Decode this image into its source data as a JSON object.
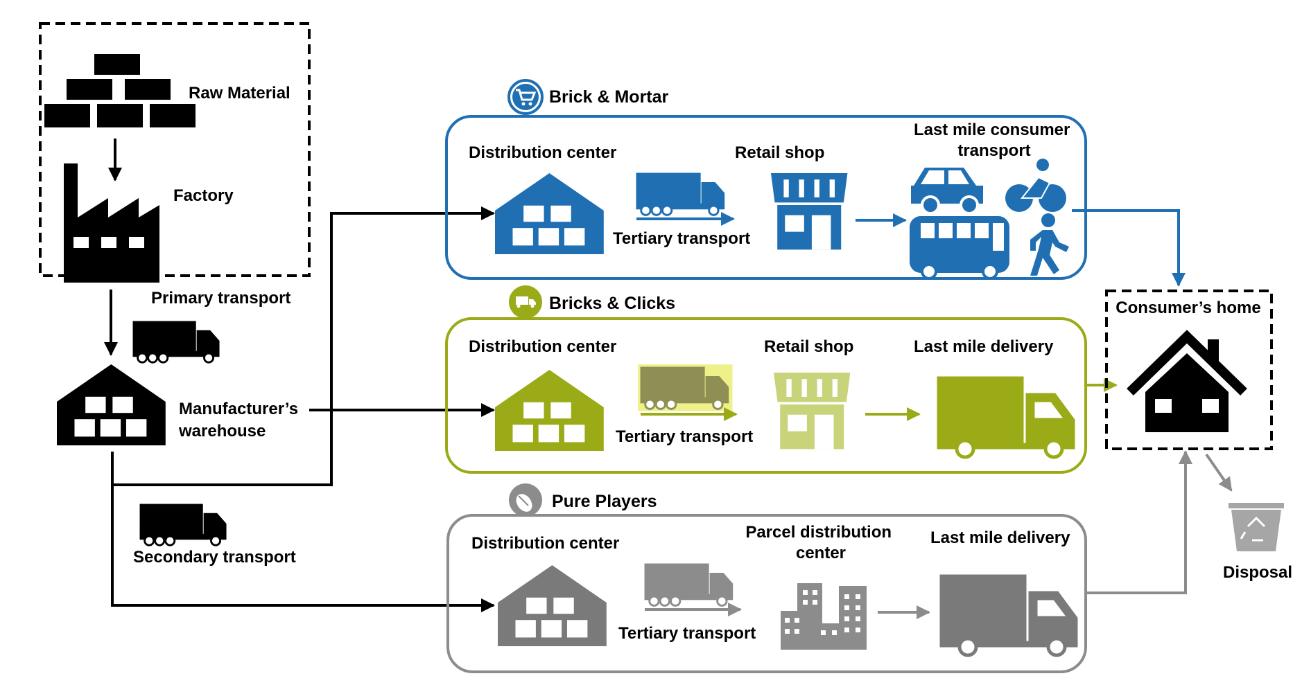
{
  "supply": {
    "raw_material": "Raw Material",
    "factory": "Factory",
    "primary_transport": "Primary transport",
    "manufacturer_warehouse_line1": "Manufacturer’s",
    "manufacturer_warehouse_line2": "warehouse",
    "secondary_transport": "Secondary transport"
  },
  "channels": {
    "brick_mortar": {
      "title": "Brick & Mortar",
      "distribution_center": "Distribution center",
      "tertiary_transport": "Tertiary transport",
      "retail_shop": "Retail shop",
      "last_mile_line1": "Last mile consumer",
      "last_mile_line2": "transport"
    },
    "bricks_clicks": {
      "title": "Bricks & Clicks",
      "distribution_center": "Distribution center",
      "tertiary_transport": "Tertiary transport",
      "retail_shop": "Retail shop",
      "last_mile": "Last mile delivery"
    },
    "pure_players": {
      "title": "Pure Players",
      "distribution_center": "Distribution center",
      "tertiary_transport": "Tertiary transport",
      "parcel_line1": "Parcel distribution",
      "parcel_line2": "center",
      "last_mile": "Last mile delivery"
    }
  },
  "consumer_home": "Consumer’s home",
  "disposal": "Disposal",
  "colors": {
    "blue": "#1f6fb2",
    "green": "#9aab17",
    "gray": "#8c8c8c",
    "black": "#000000"
  },
  "icons": [
    "bricks-icon",
    "factory-icon",
    "truck-icon",
    "warehouse-icon",
    "cart-icon",
    "shop-icon",
    "car-icon",
    "cyclist-icon",
    "bus-icon",
    "pedestrian-icon",
    "delivery-van-icon",
    "buildings-icon",
    "mouse-icon",
    "house-icon",
    "recycle-bin-icon"
  ]
}
